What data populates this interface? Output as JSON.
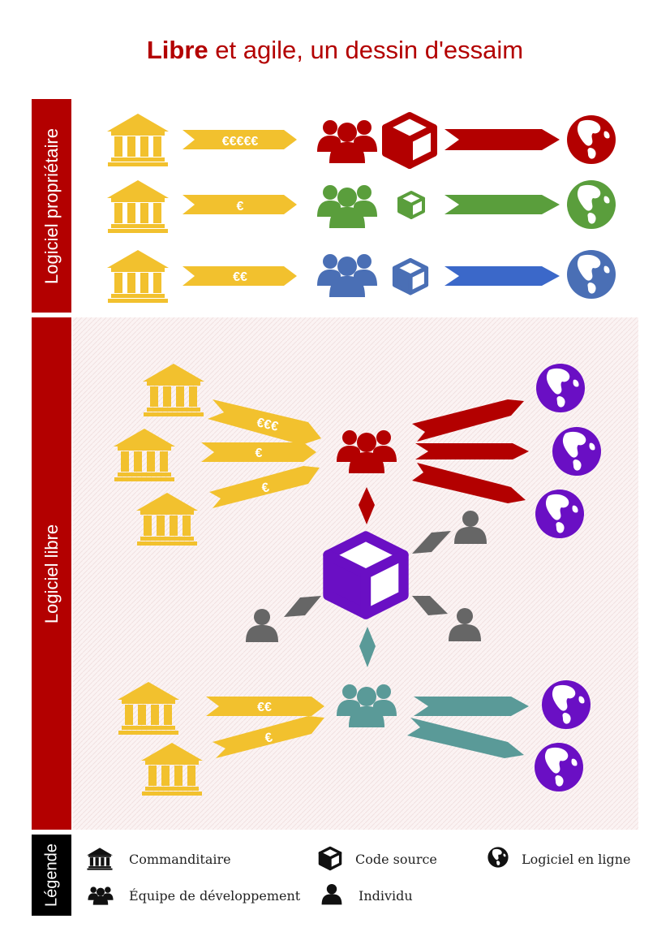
{
  "title": {
    "bold": "Libre",
    "rest": " et agile, un dessin d'essaim"
  },
  "sections": {
    "proprietary": "Logiciel propriétaire",
    "free": "Logiciel libre",
    "legend": "Légende"
  },
  "money": {
    "red": "€€€€€",
    "green": "€",
    "blue": "€€",
    "free_top_1": "€€€",
    "free_top_2": "€",
    "free_top_3": "€",
    "free_bottom_1": "€€",
    "free_bottom_2": "€"
  },
  "legend": {
    "sponsor": "Commanditaire",
    "source": "Code source",
    "online": "Logiciel en ligne",
    "team": "Équipe de développement",
    "individual": "Individu"
  },
  "colors": {
    "red": "#b30000",
    "gold": "#f2c12e",
    "green": "#5a9e3c",
    "blue": "#4a6fb5",
    "blue_arrow": "#3b68c9",
    "purple": "#6a0fc4",
    "teal": "#5a9a98",
    "grey": "#666666"
  }
}
